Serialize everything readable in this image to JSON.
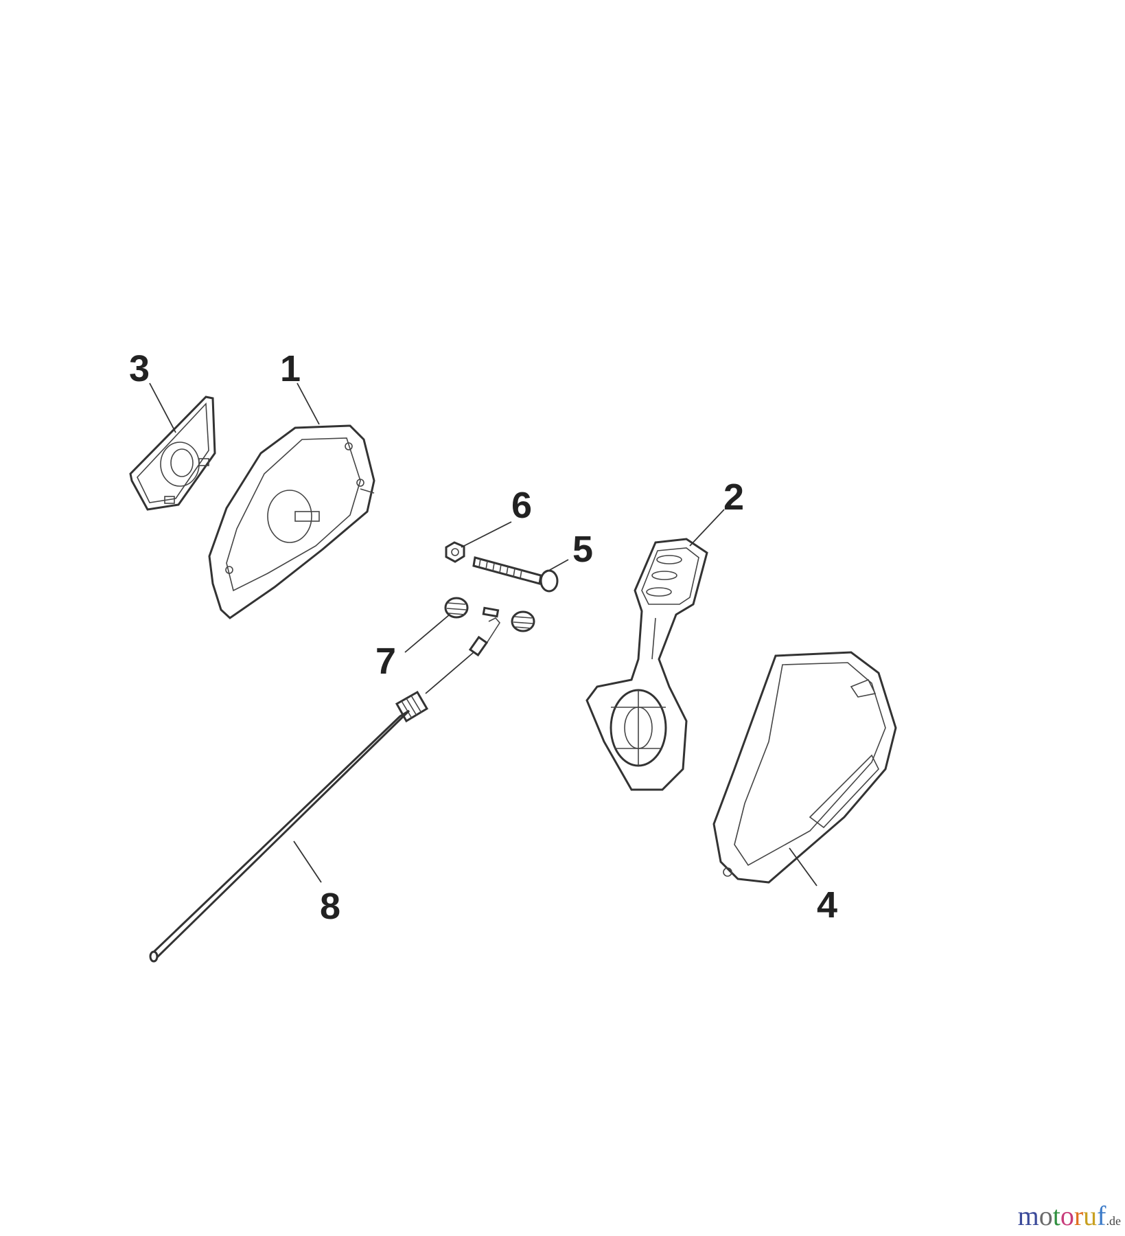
{
  "diagram": {
    "part_labels": [
      "1",
      "2",
      "3",
      "4",
      "5",
      "6",
      "7",
      "8"
    ]
  },
  "watermark": {
    "text": "motoruf",
    "suffix": ".de",
    "colors": [
      "#3b4a9a",
      "#6a6a6a",
      "#2f8f3f",
      "#c83b7a",
      "#e07020",
      "#c8a020",
      "#3b7ac8"
    ]
  }
}
